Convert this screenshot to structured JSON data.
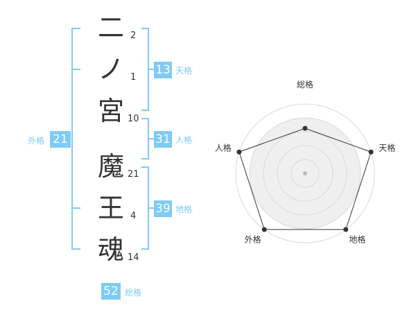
{
  "colors": {
    "accent": "#7ecbf5",
    "text": "#333333",
    "label": "#7ecbf5",
    "grid": "#d9d9d9",
    "fill": "#efefef",
    "outline": "#333333"
  },
  "name_chars": [
    {
      "char": "二",
      "strokes": "2"
    },
    {
      "char": "ノ",
      "strokes": "1"
    },
    {
      "char": "宮",
      "strokes": "10"
    },
    {
      "char": "魔",
      "strokes": "21"
    },
    {
      "char": "王",
      "strokes": "4"
    },
    {
      "char": "魂",
      "strokes": "14"
    }
  ],
  "fortunes": {
    "tenkaku": {
      "label": "天格",
      "value": "13"
    },
    "jinkaku": {
      "label": "人格",
      "value": "31"
    },
    "chikaku": {
      "label": "地格",
      "value": "39"
    },
    "gaikaku": {
      "label": "外格",
      "value": "21"
    },
    "soukaku": {
      "label": "総格",
      "value": "52"
    }
  },
  "chart_data": {
    "type": "radar",
    "axes": [
      "総格",
      "天格",
      "地格",
      "外格",
      "人格"
    ],
    "values": [
      0.65,
      1.0,
      1.0,
      1.0,
      1.0
    ],
    "range": [
      0,
      1
    ],
    "rings": 5
  }
}
